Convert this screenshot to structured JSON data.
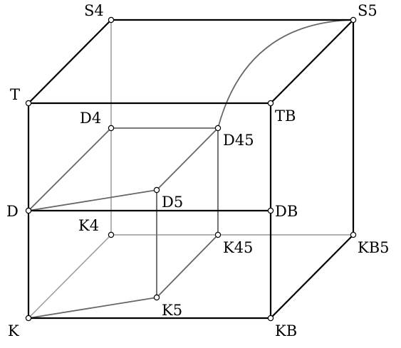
{
  "labels": {
    "S4": "S4",
    "S5": "S5",
    "T": "T",
    "TB": "TB",
    "D4": "D4",
    "D45": "D45",
    "D5": "D5",
    "D": "D",
    "DB": "DB",
    "K4": "K4",
    "K45": "K45",
    "KB5": "KB5",
    "K5": "K5",
    "K": "K",
    "KB": "KB"
  },
  "colors": {
    "outer_edge": "#000000",
    "inner_edge": "#666666",
    "hidden_edge": "#9a9a9a",
    "vertex_fill": "#ffffff",
    "vertex_stroke": "#000000"
  }
}
